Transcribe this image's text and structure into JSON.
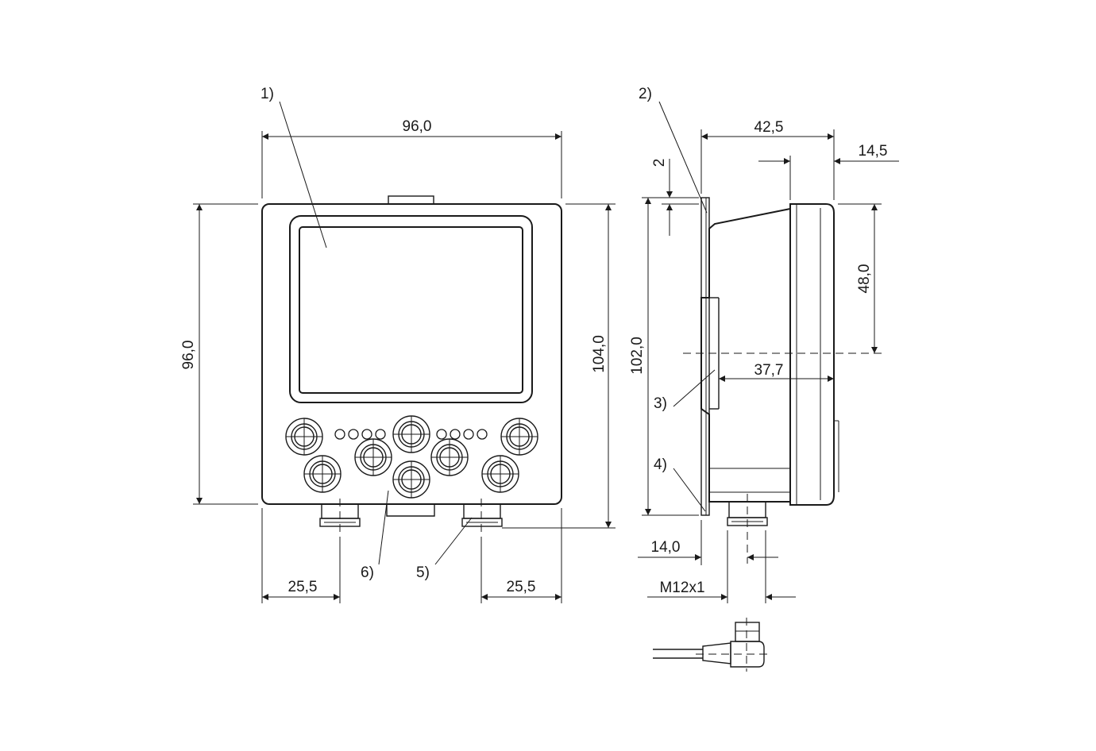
{
  "dimensions": {
    "front_width": "96,0",
    "front_height": "96,0",
    "total_height": "104,0",
    "left_connector_offset": "25,5",
    "right_connector_offset": "25,5",
    "side_depth": "42,5",
    "front_bezel_depth": "14,5",
    "flange_thickness": "2",
    "upper_height": "48,0",
    "side_height": "102,0",
    "body_depth": "37,7",
    "connector_offset": "14,0",
    "thread": "M12x1"
  },
  "callouts": {
    "c1": "1)",
    "c2": "2)",
    "c3": "3)",
    "c4": "4)",
    "c5": "5)",
    "c6": "6)"
  }
}
